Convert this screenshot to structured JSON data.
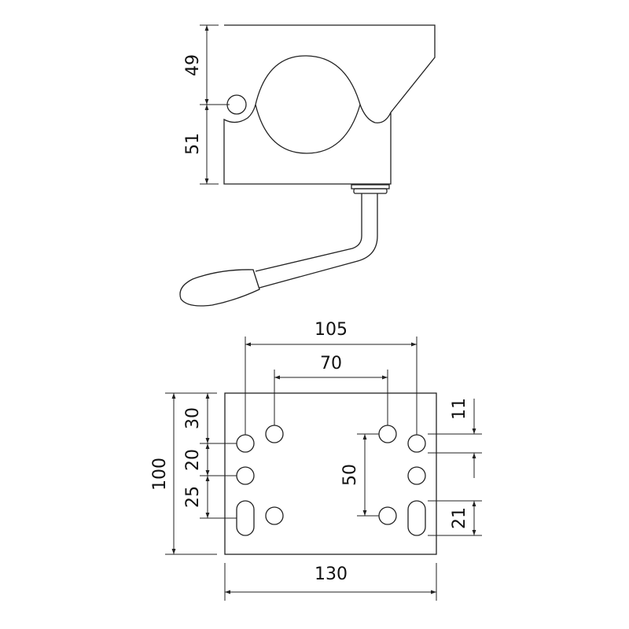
{
  "top_view": {
    "dimensions": {
      "upper_height": "49",
      "lower_height": "51"
    }
  },
  "plate_view": {
    "dimensions": {
      "outer_hole_spacing": "105",
      "inner_hole_spacing": "70",
      "plate_width": "130",
      "plate_height": "100",
      "top_to_first_hole": "30",
      "hole_pitch": "20",
      "hole_to_slot": "25",
      "inner_vertical_spacing": "50",
      "hole_offset": "11",
      "slot_length": "21"
    }
  },
  "colors": {
    "line": "#222222",
    "background": "#ffffff"
  }
}
